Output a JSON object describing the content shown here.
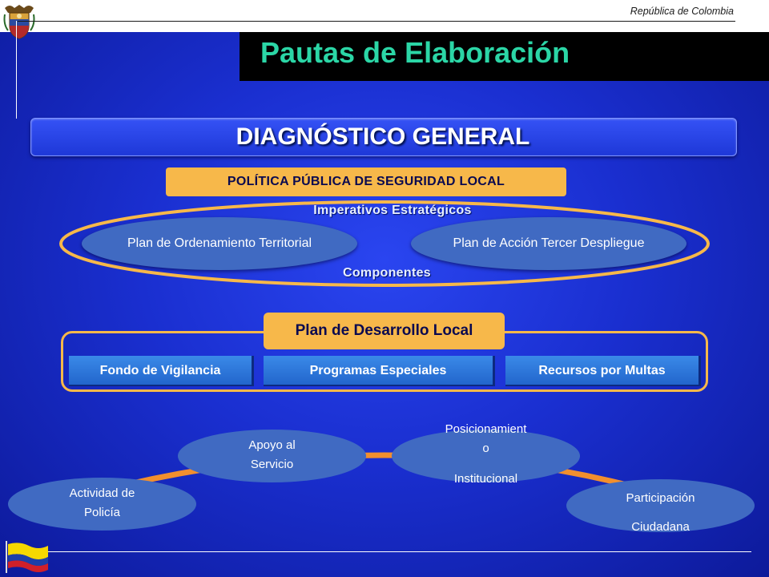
{
  "header": {
    "country": "República de Colombia",
    "title": "Pautas de Elaboración"
  },
  "diagnostico": {
    "title": "DIAGNÓSTICO GENERAL"
  },
  "politica": {
    "title": "POLÍTICA PÚBLICA DE SEGURIDAD LOCAL",
    "top_label": "Imperativos Estratégicos",
    "bottom_label": "Componentes",
    "items": [
      "Plan de Ordenamiento Territorial",
      "Plan de Acción Tercer Despliegue"
    ]
  },
  "plan": {
    "title": "Plan de Desarrollo Local",
    "funds": [
      "Fondo de Vigilancia",
      "Programas Especiales",
      "Recursos por Multas"
    ]
  },
  "nodes": [
    [
      "Actividad de",
      "Policía"
    ],
    [
      "Apoyo al",
      "Servicio"
    ],
    [
      "Posicionamient",
      "o",
      "Institucional"
    ],
    [
      "Participación",
      "Ciudadana"
    ]
  ],
  "colors": {
    "background": "#1a2fd0",
    "title": "#2bd6a6",
    "accent": "#f7b84a",
    "arc": "#f28f2e",
    "pill": "#406ac2"
  }
}
